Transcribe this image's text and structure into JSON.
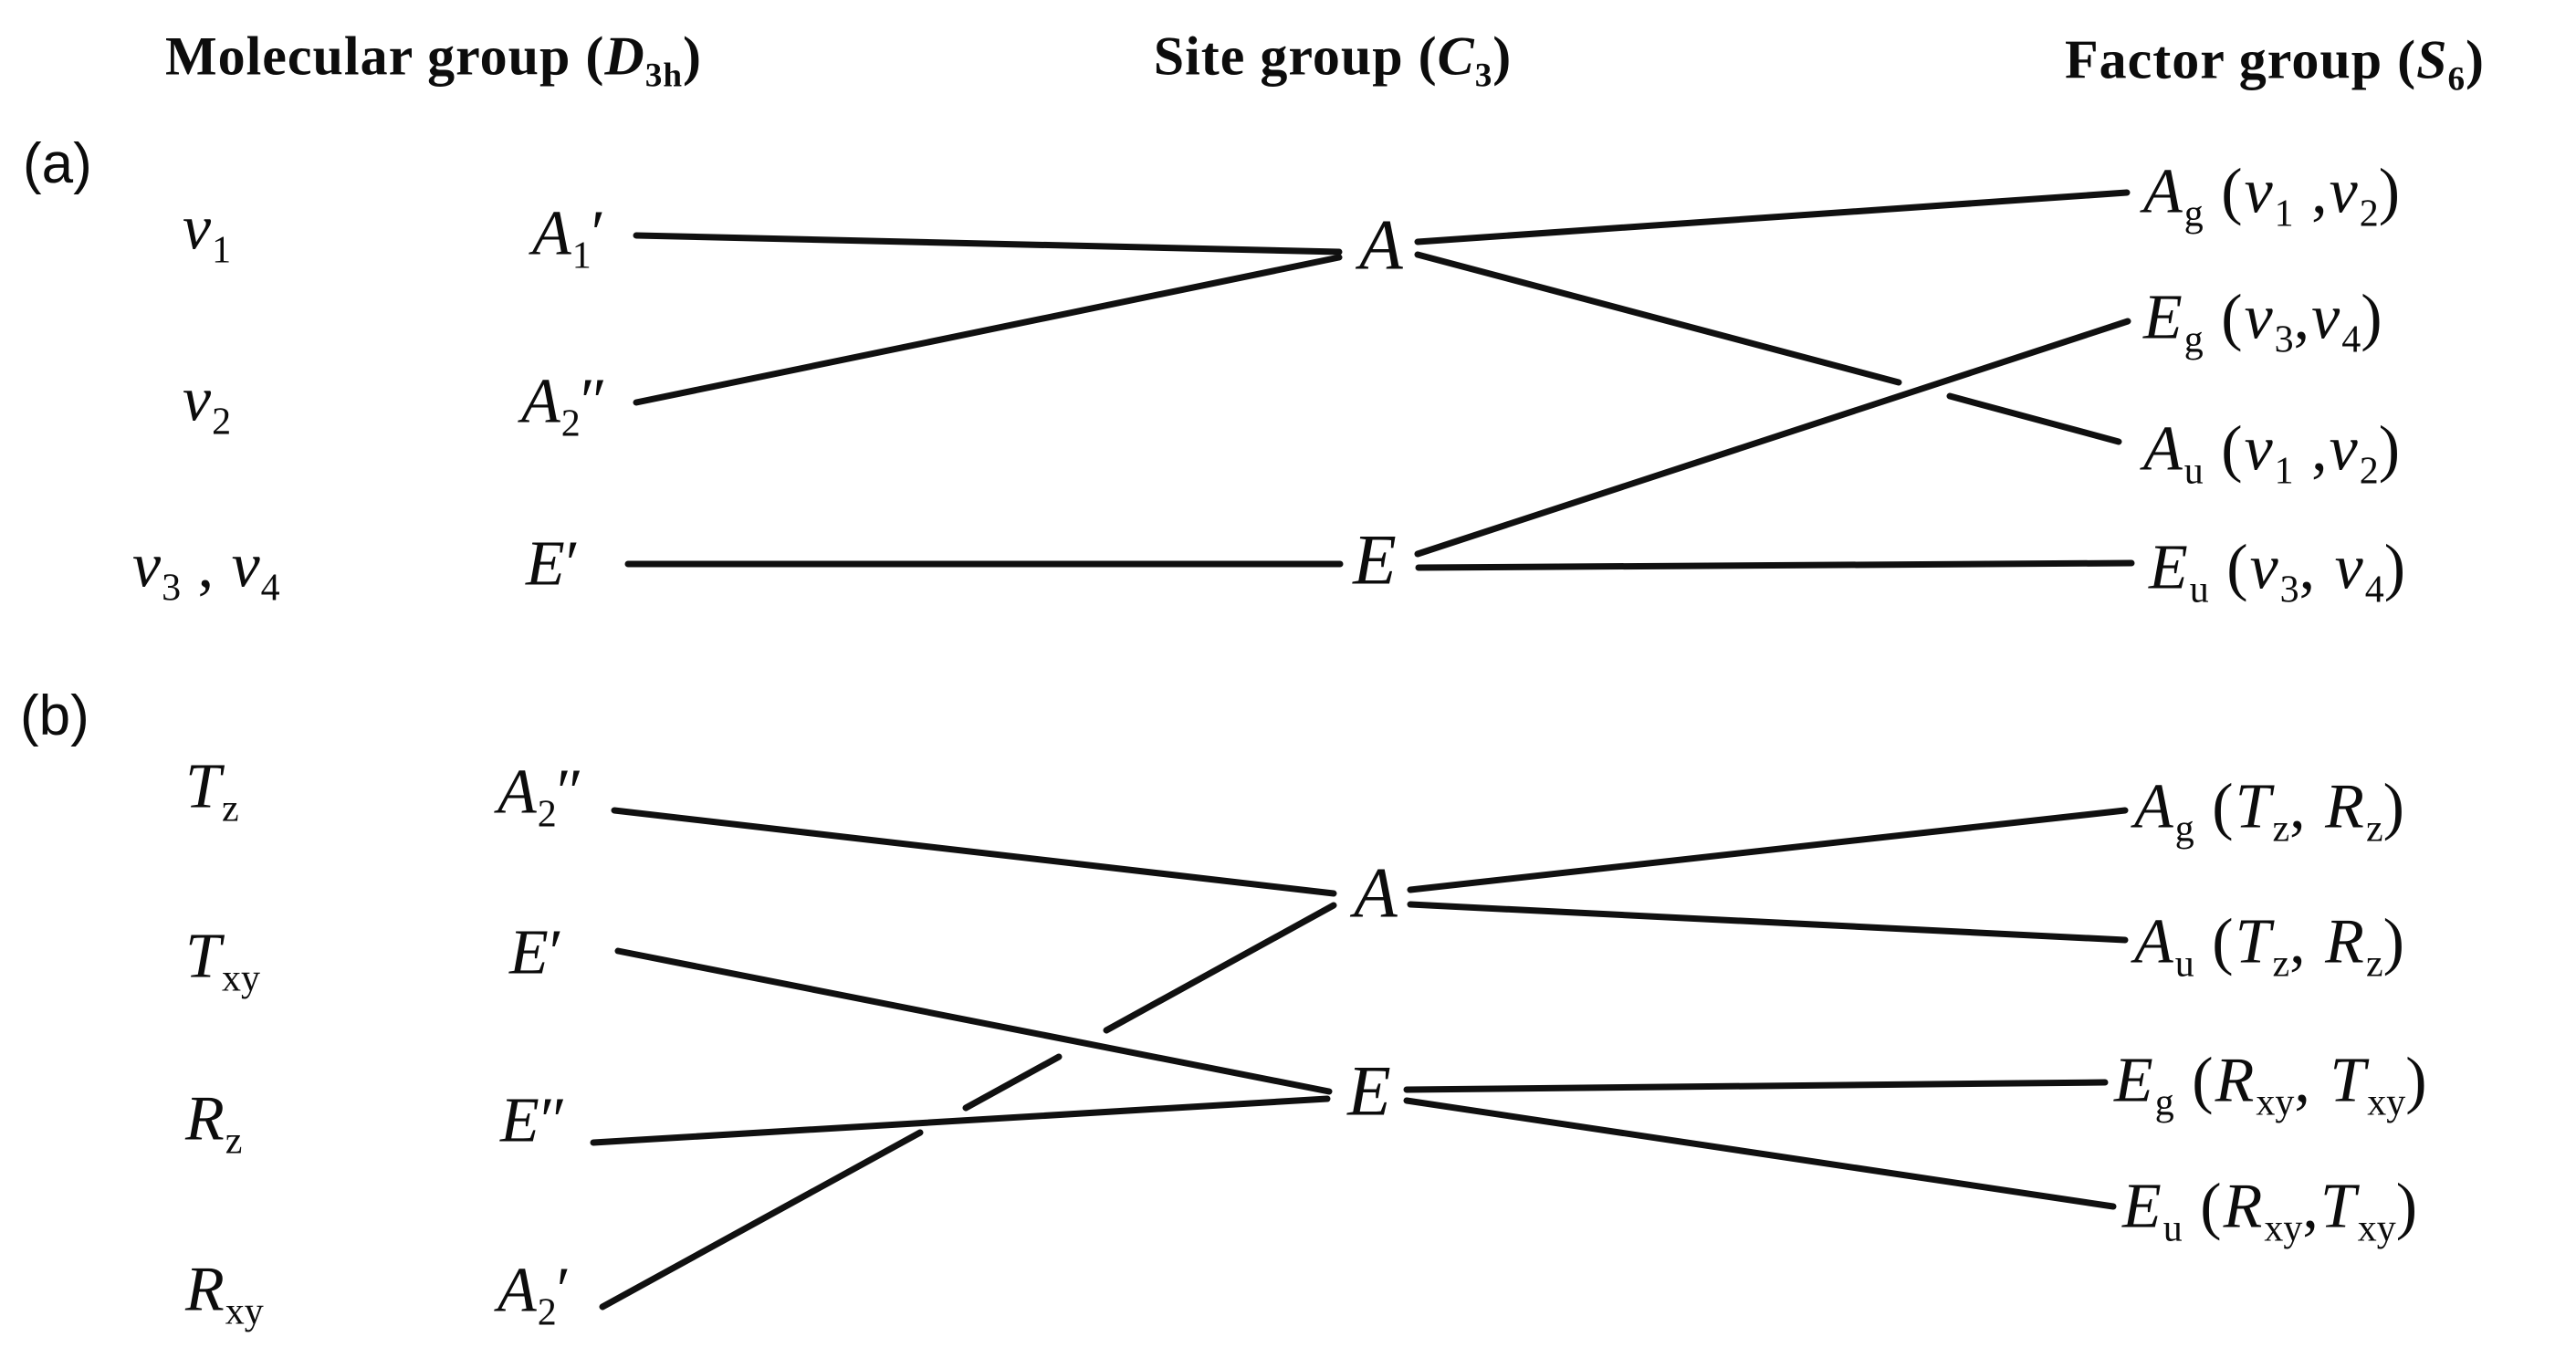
{
  "figure": {
    "headers": {
      "molecular": "Molecular group (*D*_3h_)",
      "site": "Site group (*C*_3_)",
      "factor": "Factor group (*S*_6_)"
    },
    "panel_a": {
      "tag": "(a)",
      "modes": [
        "*ν*_1_",
        "*ν*_2_",
        "*ν*_3_ , *ν*_4_"
      ],
      "molecular_species": [
        "*A*_1_′",
        "*A*_2_″",
        "*E*′"
      ],
      "site_species": [
        "*A*",
        "*E*"
      ],
      "factor_species": [
        "*A*_g_ (*ν*_1_ ,*ν*_2_)",
        "*E*_g_ (*ν*_3_,*ν*_4_)",
        "*A*_u_ (*ν*_1_ ,*ν*_2_)",
        "*E*_u_ (*ν*_3_, *ν*_4_)"
      ],
      "connections": [
        "A1' - A",
        "A2'' - A",
        "E' - E",
        "A - Ag(v1,v2)",
        "A - Au(v1,v2)",
        "E - Eg(v3,v4)",
        "E - Eu(v3,v4)"
      ]
    },
    "panel_b": {
      "tag": "(b)",
      "motions": [
        "*T*_z_",
        "*T*_xy_",
        "*R*_z_",
        "*R*_xy_"
      ],
      "molecular_species": [
        "*A*_2_″",
        "*E*′",
        "*E*″",
        "*A*_2_′"
      ],
      "site_species": [
        "*A*",
        "*E*"
      ],
      "factor_species": [
        "*A*_g_ (*T*_z_, *R*_z_)",
        "*A*_u_ (*T*_z_, *R*_z_)",
        "*E*_g_ (*R*_xy_, *T*_xy_)",
        "*E*_u_ (*R*_xy_,*T*_xy_)"
      ],
      "connections": [
        "A2'' - A",
        "E' - E",
        "E'' - E",
        "A2' - A",
        "A - Ag(Tz,Rz)",
        "A - Au(Tz,Rz)",
        "E - Eg(Rxy,Txy)",
        "E - Eu(Rxy,Txy)"
      ]
    }
  }
}
